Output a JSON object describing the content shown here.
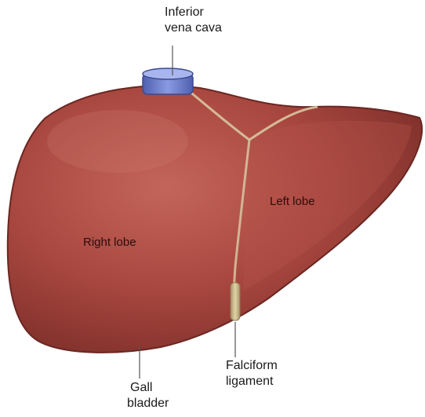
{
  "diagram": {
    "labels": {
      "ivc_line1": "Inferior",
      "ivc_line2": "vena cava",
      "left_lobe": "Left lobe",
      "right_lobe": "Right lobe",
      "falciform_line1": "Falciform",
      "falciform_line2": "ligament",
      "gall_line1": "Gall",
      "gall_line2": "bladder"
    },
    "colors": {
      "liver": "#a8473f",
      "liver_dark": "#7e2f2a",
      "liver_light": "#c66a5f",
      "vena_cava": "#6b7fd0",
      "gall_bladder": "#9fd39c",
      "ligament": "#c9b98a",
      "leader": "#555555"
    }
  }
}
